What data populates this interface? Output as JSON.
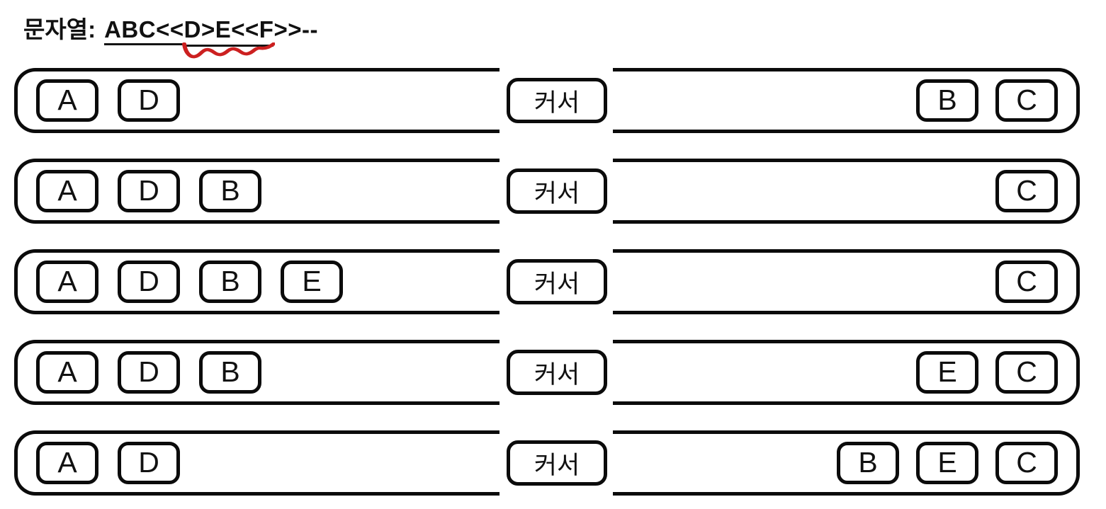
{
  "header": {
    "caption": "문자열:",
    "string_underlined": "ABC<<",
    "string_squiggled": "D>E<<F",
    "string_plain": ">>--"
  },
  "cursor_label": "커서",
  "colors": {
    "ink": "#0b0b0b",
    "squiggle_red": "#cc2020",
    "background": "#ffffff"
  },
  "rows": [
    {
      "left": [
        "A",
        "D"
      ],
      "right": [
        "B",
        "C"
      ]
    },
    {
      "left": [
        "A",
        "D",
        "B"
      ],
      "right": [
        "C"
      ]
    },
    {
      "left": [
        "A",
        "D",
        "B",
        "E"
      ],
      "right": [
        "C"
      ]
    },
    {
      "left": [
        "A",
        "D",
        "B"
      ],
      "right": [
        "E",
        "C"
      ]
    },
    {
      "left": [
        "A",
        "D"
      ],
      "right": [
        "B",
        "E",
        "C"
      ]
    }
  ]
}
